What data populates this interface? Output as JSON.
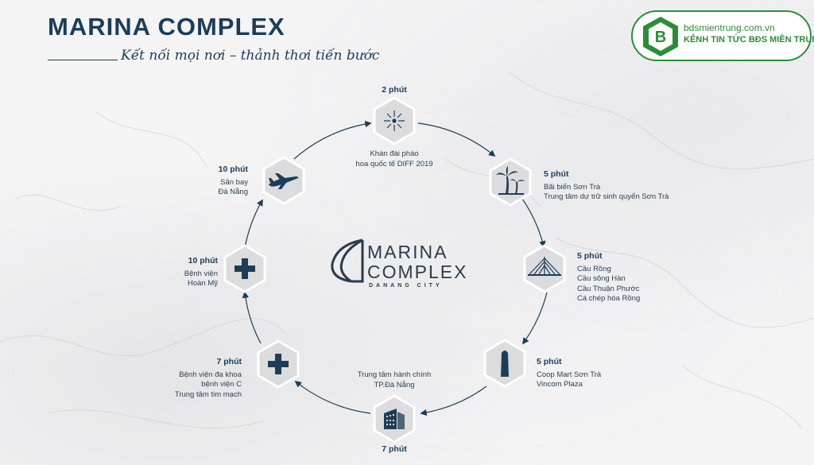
{
  "header": {
    "title": "MARINA COMPLEX",
    "tagline": "Kết nối mọi nơi – thảnh thơi tiến bước"
  },
  "badge": {
    "site": "bdsmientrung.com.vn",
    "label": "KÊNH TIN TỨC BĐS MIỀN TRUNG",
    "accent": "#2f8b3c"
  },
  "center_logo": {
    "line1": "MARINA",
    "line2": "COMPLEX",
    "line3": "DANANG CITY"
  },
  "nodes": [
    {
      "id": "fireworks",
      "icon": "fireworks-icon",
      "time": "2 phút",
      "lines": [
        "Khán đài pháo",
        "hoa quốc tế DIFF 2019"
      ]
    },
    {
      "id": "beach",
      "icon": "palm-tree-icon",
      "time": "5 phút",
      "lines": [
        "Bãi biển Sơn Trà",
        "Trung tâm dự trữ sinh quyển Sơn Trà"
      ]
    },
    {
      "id": "bridge",
      "icon": "bridge-icon",
      "time": "5 phút",
      "lines": [
        "Cầu Rồng",
        "Cầu sông Hàn",
        "Cầu Thuận Phước",
        "Cá chép hóa Rồng"
      ]
    },
    {
      "id": "mall",
      "icon": "tower-icon",
      "time": "5 phút",
      "lines": [
        "Coop Mart Sơn Trà",
        "Vincom Plaza"
      ]
    },
    {
      "id": "admin",
      "icon": "building-icon",
      "time": "7 phút",
      "lines": [
        "Trung tâm hành chính",
        "TP.Đà Nẵng"
      ]
    },
    {
      "id": "hospital-c",
      "icon": "medical-cross-icon",
      "time": "7 phút",
      "lines": [
        "Bệnh viện đa khoa",
        "bệnh viện C",
        "Trung tâm tim mạch"
      ]
    },
    {
      "id": "hoan-my",
      "icon": "medical-cross-icon",
      "time": "10 phút",
      "lines": [
        "Bệnh viện",
        "Hoàn Mỹ"
      ]
    },
    {
      "id": "airport",
      "icon": "airplane-icon",
      "time": "10 phút",
      "lines": [
        "Sân bay",
        "Đà Nẵng"
      ]
    }
  ],
  "colors": {
    "primary": "#1d3d57",
    "node_fill": "#dcdcde",
    "icon": "#1d3d57"
  }
}
